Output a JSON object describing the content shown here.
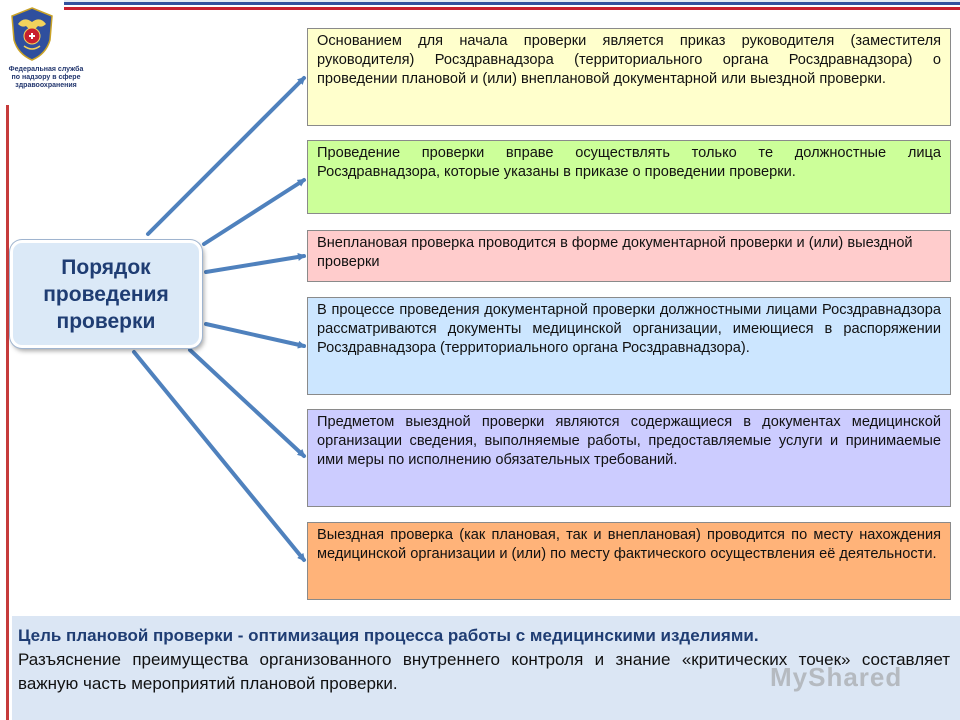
{
  "logo": {
    "org_lines": [
      "Федеральная служба",
      "по надзору в сфере",
      "здравоохранения"
    ]
  },
  "center": {
    "title": "Порядок\nпроведения\nпроверки"
  },
  "boxes": [
    {
      "text": "Основанием для начала проверки является приказ руководителя (заместителя руководителя) Росздравнадзора (территориального органа Росздравнадзора) о проведении плановой и (или) внеплановой документарной или выездной проверки."
    },
    {
      "text": "Проведение проверки вправе осуществлять только те должностные лица Росздравнадзора, которые указаны в приказе о проведении проверки."
    },
    {
      "text": "Внеплановая проверка проводится в форме документарной проверки и (или) выездной проверки"
    },
    {
      "text": "В процессе проведения документарной проверки должностными лицами Росздравнадзора рассматриваются документы медицинской организации, имеющиеся в распоряжении Росздравнадзора (территориального органа Росздравнадзора)."
    },
    {
      "text": "Предметом выездной проверки являются содержащиеся в документах медицинской организации сведения, выполняемые работы, предоставляемые услуги и принимаемые ими меры по исполнению обязательных требований."
    },
    {
      "text": "Выездная проверка (как плановая, так и внеплановая) проводится по месту нахождения медицинской организации и (или) по месту фактического осуществления её деятельности."
    }
  ],
  "bottom": {
    "lead": "Цель плановой проверки - оптимизация процесса работы с медицинскими изделиями.",
    "body": "Разъяснение преимущества организованного внутреннего контроля и знание «критических точек» составляет важную часть мероприятий плановой проверки."
  },
  "watermark": "MyShared",
  "colors": {
    "box_fills": [
      "#ffffcc",
      "#ccff99",
      "#ffcccc",
      "#cce6ff",
      "#ccccff",
      "#ffb379"
    ],
    "center_fill": "#dbe9f7",
    "arrow": "#4f81bd",
    "accent_red": "#c8202f",
    "accent_blue": "#34519e"
  }
}
